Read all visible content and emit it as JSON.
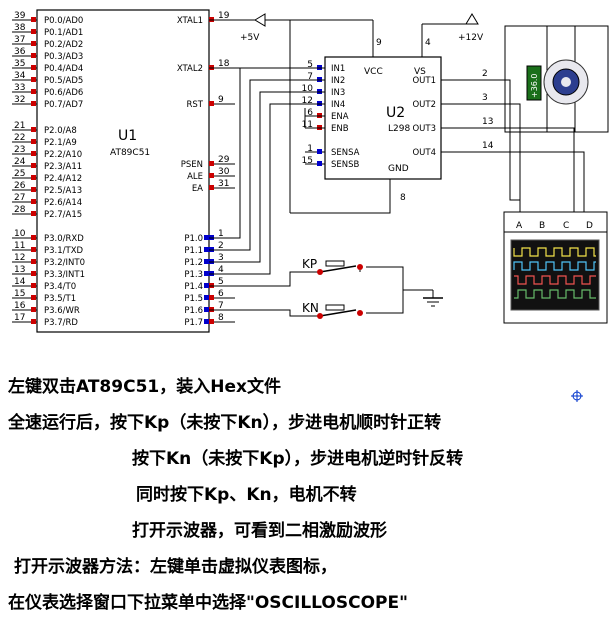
{
  "u1": {
    "ref": "U1",
    "part": "AT89C51",
    "left_pins": [
      {
        "num": "39",
        "name": "P0.0/AD0"
      },
      {
        "num": "38",
        "name": "P0.1/AD1"
      },
      {
        "num": "37",
        "name": "P0.2/AD2"
      },
      {
        "num": "36",
        "name": "P0.3/AD3"
      },
      {
        "num": "35",
        "name": "P0.4/AD4"
      },
      {
        "num": "34",
        "name": "P0.5/AD5"
      },
      {
        "num": "33",
        "name": "P0.6/AD6"
      },
      {
        "num": "32",
        "name": "P0.7/AD7"
      },
      {
        "num": "21",
        "name": "P2.0/A8"
      },
      {
        "num": "22",
        "name": "P2.1/A9"
      },
      {
        "num": "23",
        "name": "P2.2/A10"
      },
      {
        "num": "24",
        "name": "P2.3/A11"
      },
      {
        "num": "25",
        "name": "P2.4/A12"
      },
      {
        "num": "26",
        "name": "P2.5/A13"
      },
      {
        "num": "27",
        "name": "P2.6/A14"
      },
      {
        "num": "28",
        "name": "P2.7/A15"
      },
      {
        "num": "10",
        "name": "P3.0/RXD"
      },
      {
        "num": "11",
        "name": "P3.1/TXD"
      },
      {
        "num": "12",
        "name": "P3.2/INT0"
      },
      {
        "num": "13",
        "name": "P3.3/INT1"
      },
      {
        "num": "14",
        "name": "P3.4/T0"
      },
      {
        "num": "15",
        "name": "P3.5/T1"
      },
      {
        "num": "16",
        "name": "P3.6/WR"
      },
      {
        "num": "17",
        "name": "P3.7/RD"
      }
    ],
    "right_pins": [
      {
        "num": "19",
        "name": "XTAL1"
      },
      {
        "num": "18",
        "name": "XTAL2"
      },
      {
        "num": "9",
        "name": "RST"
      },
      {
        "num": "29",
        "name": "PSEN"
      },
      {
        "num": "30",
        "name": "ALE"
      },
      {
        "num": "31",
        "name": "EA"
      },
      {
        "num": "1",
        "name": "P1.0"
      },
      {
        "num": "2",
        "name": "P1.1"
      },
      {
        "num": "3",
        "name": "P1.2"
      },
      {
        "num": "4",
        "name": "P1.3"
      },
      {
        "num": "5",
        "name": "P1.4"
      },
      {
        "num": "6",
        "name": "P1.5"
      },
      {
        "num": "7",
        "name": "P1.6"
      },
      {
        "num": "8",
        "name": "P1.7"
      }
    ]
  },
  "u2": {
    "ref": "U2",
    "part": "L298",
    "left_pins": [
      {
        "num": "5",
        "name": "IN1"
      },
      {
        "num": "7",
        "name": "IN2"
      },
      {
        "num": "10",
        "name": "IN3"
      },
      {
        "num": "12",
        "name": "IN4"
      },
      {
        "num": "6",
        "name": "ENA"
      },
      {
        "num": "11",
        "name": "ENB"
      },
      {
        "num": "1",
        "name": "SENSA"
      },
      {
        "num": "15",
        "name": "SENSB"
      }
    ],
    "right_pins": [
      {
        "num": "2",
        "name": "OUT1"
      },
      {
        "num": "3",
        "name": "OUT2"
      },
      {
        "num": "13",
        "name": "OUT3"
      },
      {
        "num": "14",
        "name": "OUT4"
      }
    ],
    "top_pins": [
      {
        "num": "9",
        "name": "VCC"
      },
      {
        "num": "4",
        "name": "VS"
      }
    ],
    "bottom_pin": {
      "num": "8",
      "name": "GND"
    }
  },
  "power": {
    "v5": "+5V",
    "v12": "+12V"
  },
  "motor": {
    "reading": "+36.0"
  },
  "buttons": {
    "kp": "KP",
    "kn": "KN"
  },
  "scope_channels": [
    "A",
    "B",
    "C",
    "D"
  ],
  "notes": [
    "左键双击AT89C51，装入Hex文件",
    "全速运行后，按下Kp（未按下Kn），步进电机顺时针正转",
    "按下Kn（未按下Kp），步进电机逆时针反转",
    "同时按下Kp、Kn，电机不转",
    "打开示波器，可看到二相激励波形",
    "打开示波器方法：左键单击虚拟仪表图标，",
    "在仪表选择窗口下拉菜单中选择\"OSCILLOSCOPE\""
  ],
  "colors": {
    "pin_red": "#cc0000",
    "pin_blue": "#0000cc",
    "scope_green": "#2e7d32",
    "motor_green": "#1a6f1a"
  }
}
